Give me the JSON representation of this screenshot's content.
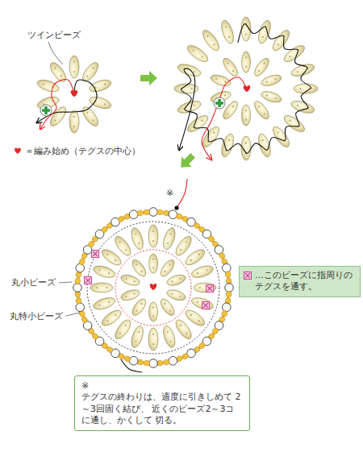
{
  "diagram": {
    "nodes": [
      {
        "text": [
          "…このビーズに指周りの テグスを通す。"
        ]
      },
      {
        "text": [
          "※",
          "テグスの終わりは、適度に引きしめて 2～3回固く結び、 近くのビーズ2～3コに通し、かくして 切る。"
        ]
      }
    ],
    "labels": [
      "ツインビーズ",
      "＝編み始め（テグスの中心）",
      "※",
      "丸小ビーズ",
      "丸特小ビーズ"
    ]
  }
}
